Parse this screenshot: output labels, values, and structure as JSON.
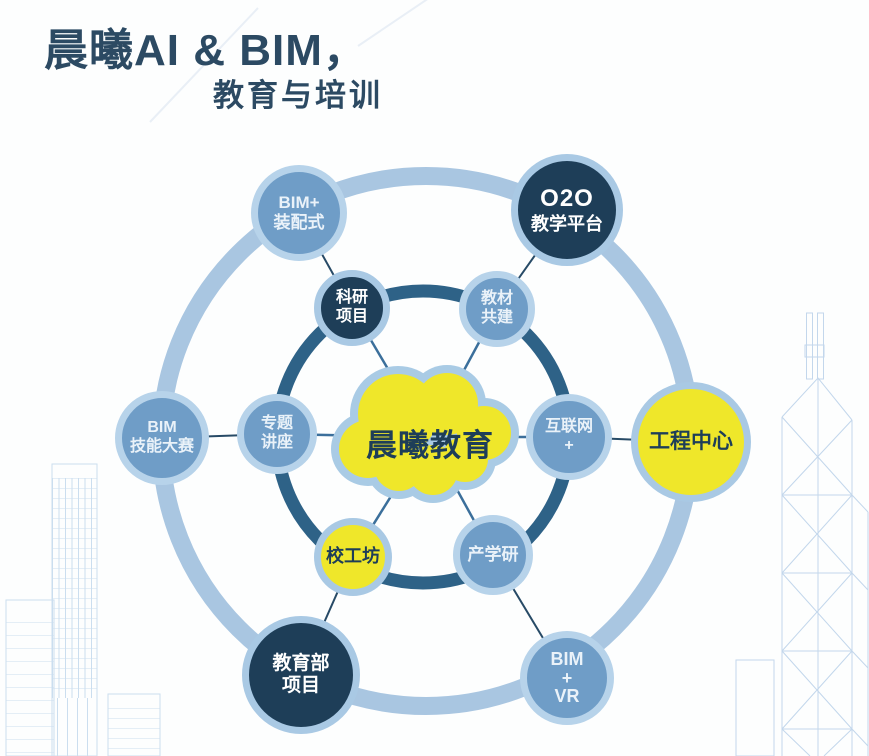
{
  "header": {
    "title": "晨曦AI & BIM，",
    "subtitle": "教育与培训"
  },
  "center_node": {
    "label": "晨曦教育"
  },
  "inner_nodes": {
    "research": {
      "line1": "科研",
      "line2": "项目"
    },
    "textbook": {
      "line1": "教材",
      "line2": "共建"
    },
    "lecture": {
      "line1": "专题",
      "line2": "讲座"
    },
    "internet": {
      "line1": "互联网",
      "line2": "+"
    },
    "workshop": {
      "line1": "校工坊"
    },
    "industry": {
      "line1": "产学研"
    }
  },
  "outer_nodes": {
    "bim_assembly": {
      "line1": "BIM+",
      "line2": "装配式"
    },
    "o2o": {
      "line1": "O2O",
      "line2": "教学平台"
    },
    "bim_contest": {
      "line1": "BIM",
      "line2": "技能大赛"
    },
    "eng_center": {
      "line1": "工程中心"
    },
    "moe_project": {
      "line1": "教育部",
      "line2": "项目"
    },
    "bim_vr": {
      "line1": "BIM",
      "line2": "+",
      "line3": "VR"
    }
  },
  "colors": {
    "title_navy": "#2c4a63",
    "dark_navy_node": "#1e3e58",
    "medium_blue_node": "#6f9dc7",
    "light_blue_ring": "#a9c6e1",
    "dark_ring": "#2e6287",
    "yellow": "#efe72a",
    "building_sketch": "#cbdeef"
  }
}
